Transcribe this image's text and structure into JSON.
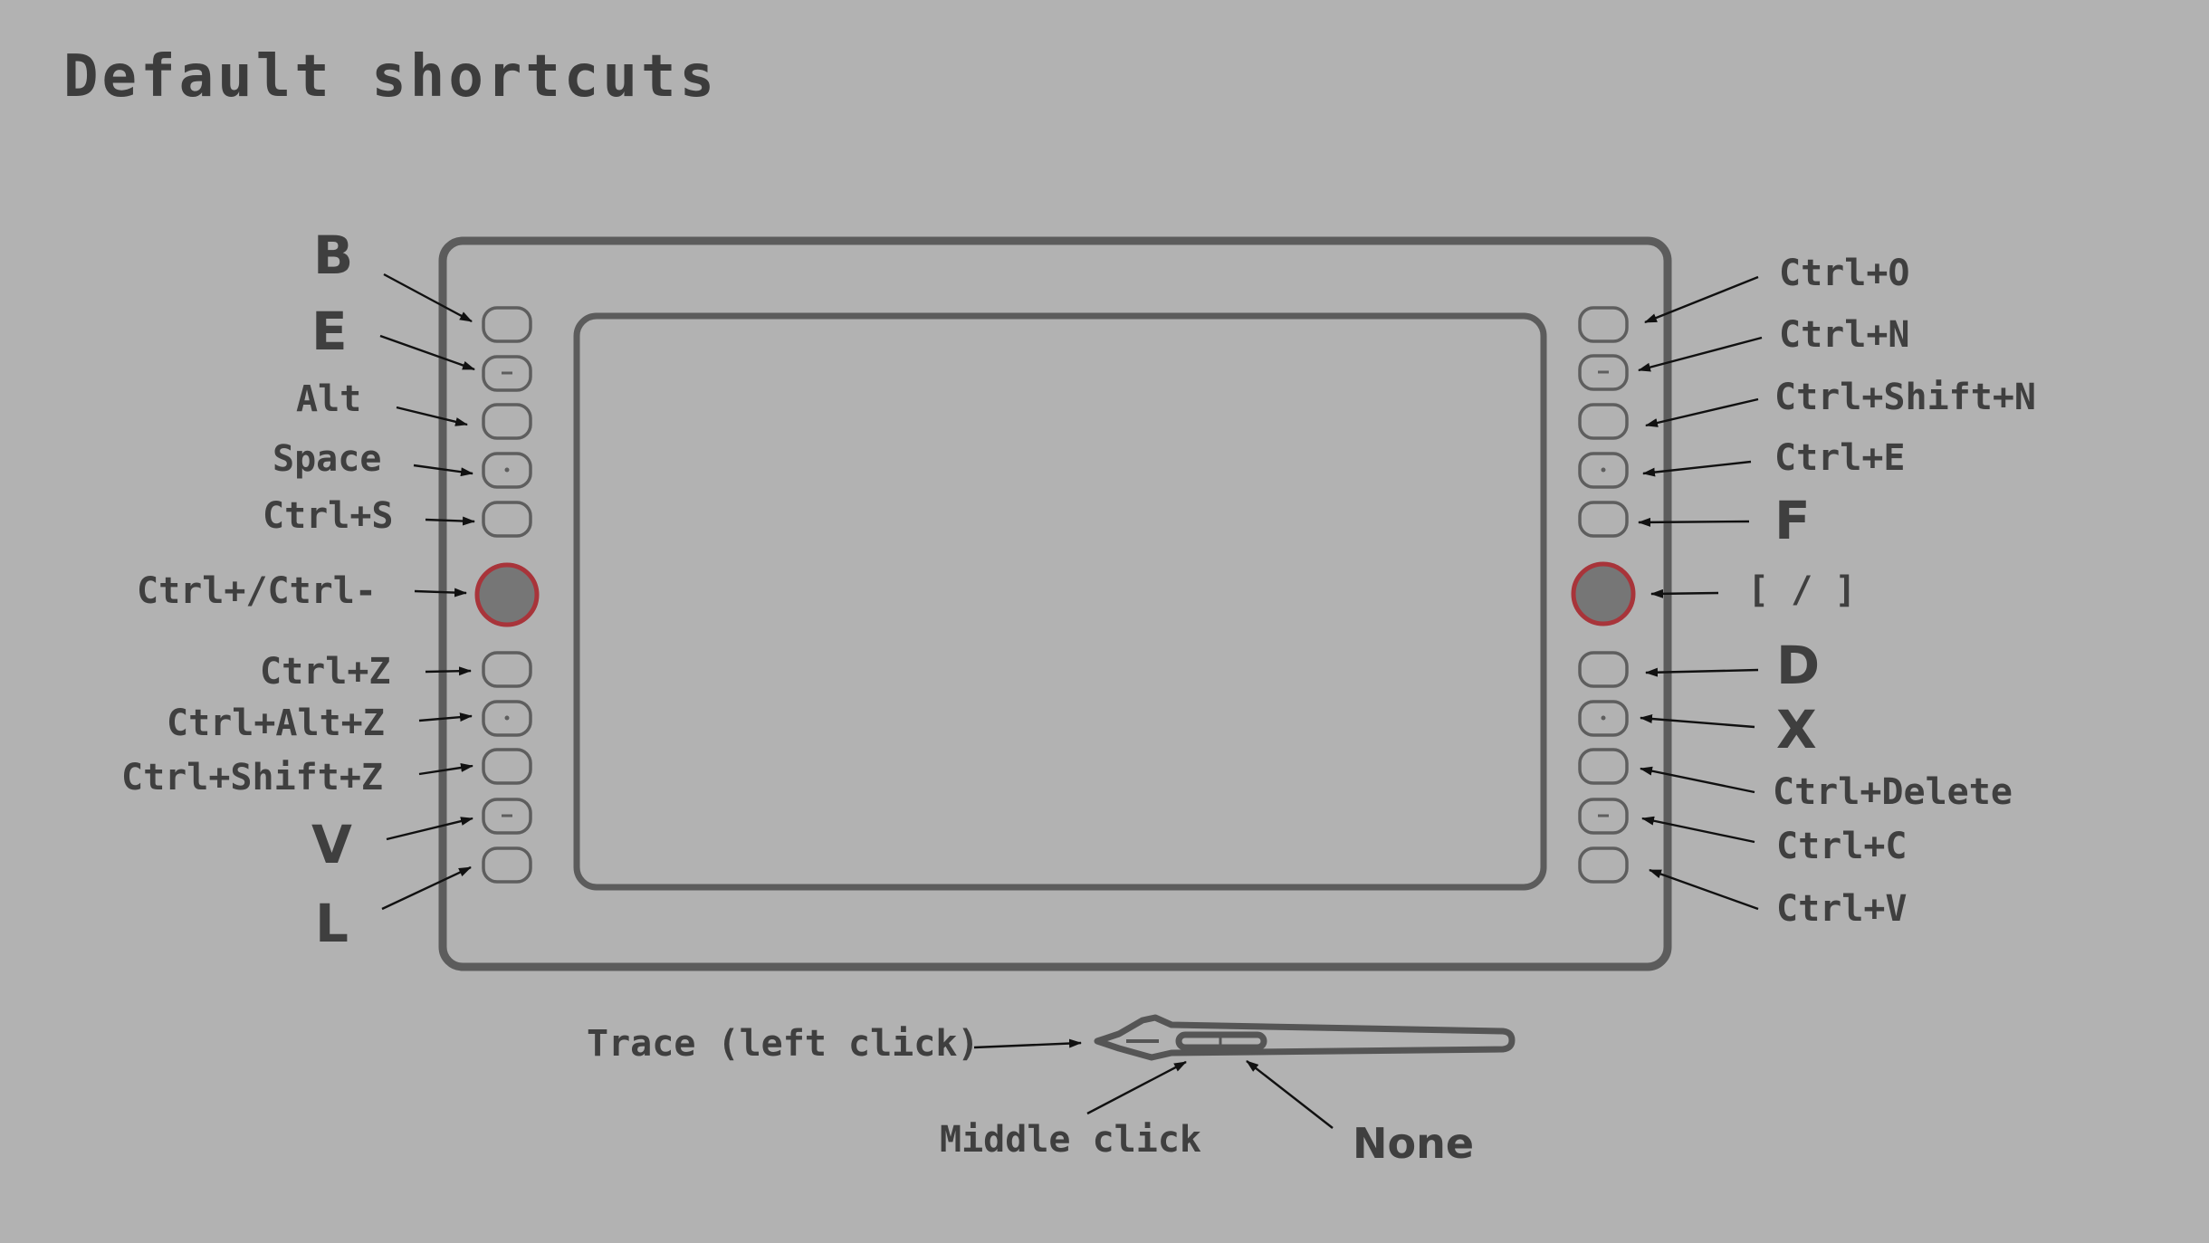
{
  "title": "Default shortcuts",
  "colors": {
    "background": "#b2b2b2",
    "frame": "#5c5c5c",
    "dial_fill": "#767676",
    "dial_ring": "#a8343a",
    "text": "#3f3f3f"
  },
  "left_keys": {
    "b": "B",
    "e": "E",
    "alt": "Alt",
    "space": "Space",
    "ctrl_s": "Ctrl+S",
    "dial": "Ctrl+/Ctrl-",
    "ctrl_z": "Ctrl+Z",
    "ctrl_alt_z": "Ctrl+Alt+Z",
    "ctrl_shift_z": "Ctrl+Shift+Z",
    "v": "V",
    "l": "L"
  },
  "right_keys": {
    "ctrl_o": "Ctrl+O",
    "ctrl_n": "Ctrl+N",
    "ctrl_shift_n": "Ctrl+Shift+N",
    "ctrl_e": "Ctrl+E",
    "f": "F",
    "dial": "[ / ]",
    "d": "D",
    "x": "X",
    "ctrl_delete": "Ctrl+Delete",
    "ctrl_c": "Ctrl+C",
    "ctrl_v": "Ctrl+V"
  },
  "pen": {
    "tip": "Trace (left click)",
    "lower_button": "Middle click",
    "upper_button": "None"
  },
  "button_marks": [
    "none",
    "dash",
    "none",
    "dot",
    "none",
    "dial",
    "none",
    "dot",
    "none",
    "dash",
    "none"
  ]
}
